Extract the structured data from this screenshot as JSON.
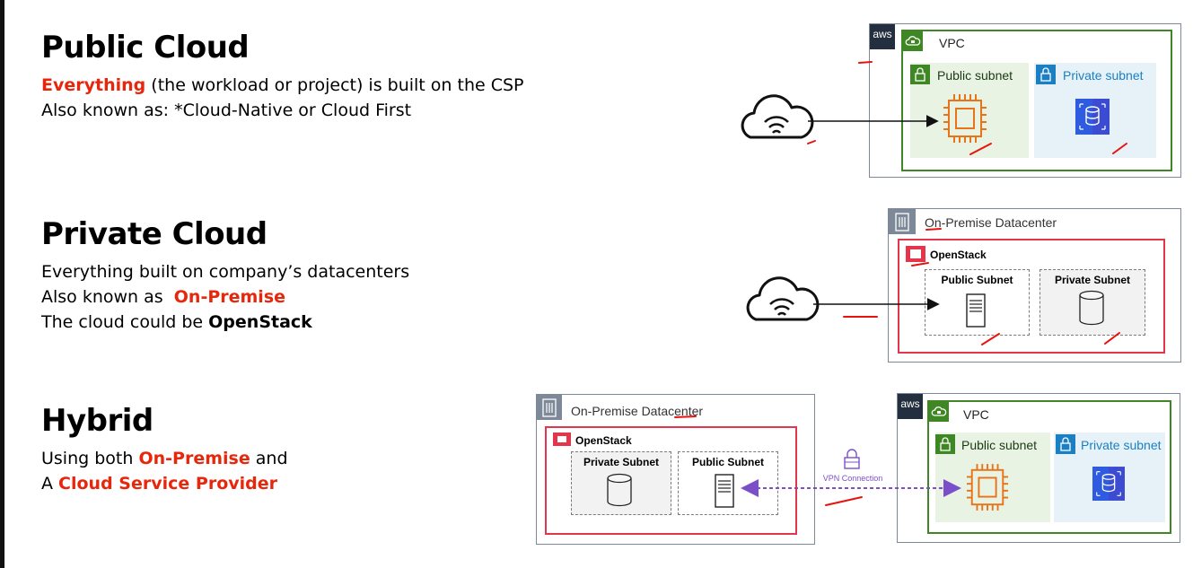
{
  "public_cloud": {
    "title": "Public Cloud",
    "line1_highlight": "Everything",
    "line1_rest": " (the workload or project) is built on the CSP",
    "line2": "Also known as: *Cloud-Native or Cloud First"
  },
  "private_cloud": {
    "title": "Private Cloud",
    "line1": "Everything built on company’s datacenters",
    "line2_prefix": "Also known as  ",
    "line2_highlight": "On-Premise",
    "line3_prefix": "The cloud could be ",
    "line3_bold": "OpenStack"
  },
  "hybrid": {
    "title": "Hybrid",
    "line1_prefix": "Using both ",
    "line1_highlight": "On-Premise",
    "line1_suffix": " and",
    "line2_prefix": "A ",
    "line2_highlight": "Cloud Service Provider"
  },
  "diagram_public": {
    "aws_label": "aws",
    "vpc_label": "VPC",
    "public_subnet": "Public subnet",
    "private_subnet": "Private subnet"
  },
  "diagram_private": {
    "datacenter_label": "On-Premise Datacenter",
    "openstack_label": "OpenStack",
    "public_subnet": "Public Subnet",
    "private_subnet": "Private Subnet"
  },
  "diagram_hybrid": {
    "datacenter_label": "On-Premise Datacenter",
    "openstack_label": "OpenStack",
    "private_subnet": "Private Subnet",
    "public_subnet": "Public Subnet",
    "vpn_label": "VPN Connection",
    "aws_label": "aws",
    "vpc_label": "VPC",
    "aws_public_subnet": "Public subnet",
    "aws_private_subnet": "Private subnet"
  },
  "colors": {
    "highlight_red": "#e8260c",
    "vpc_green": "#3f8624",
    "private_blue": "#1a7fc3",
    "openstack_red": "#e5354d",
    "ec2_orange": "#e8741a",
    "vpn_purple": "#7b4fc9",
    "annotation_red": "#e8120c"
  }
}
